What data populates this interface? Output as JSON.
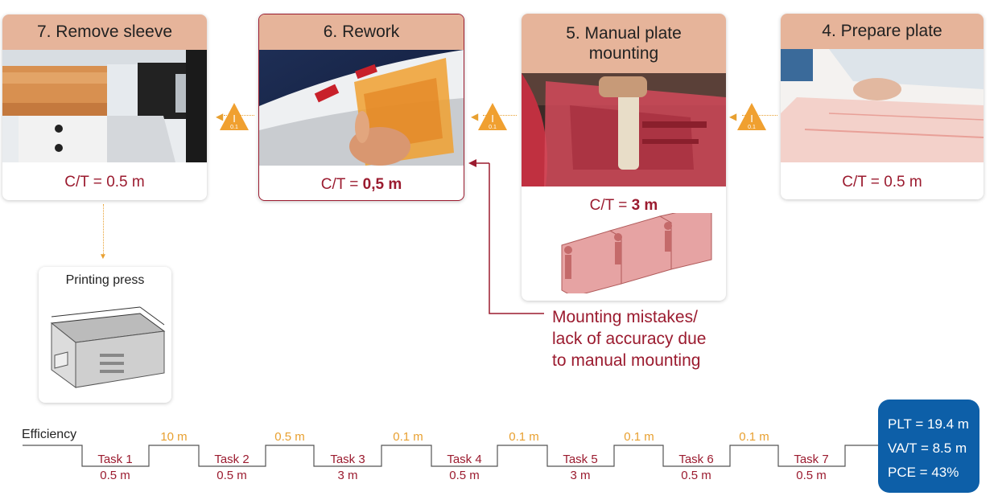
{
  "steps": {
    "s7": {
      "title": "7. Remove sleeve",
      "ct_prefix": "C/T = ",
      "ct_value": "0.5 m"
    },
    "s6": {
      "title": "6. Rework",
      "ct_prefix": "C/T = ",
      "ct_value": "0,5 m"
    },
    "s5": {
      "title_line1": "5. Manual plate",
      "title_line2": "mounting",
      "ct_prefix": "C/T = ",
      "ct_value": "3 m"
    },
    "s4": {
      "title": "4. Prepare plate",
      "ct_prefix": "C/T = ",
      "ct_value": "0.5 m"
    }
  },
  "inventory": {
    "label": "I",
    "value": "0.1"
  },
  "press": {
    "title": "Printing press"
  },
  "rework_note": {
    "line1": "Mounting mistakes/",
    "line2": "lack of accuracy due",
    "line3": "to manual mounting"
  },
  "timeline": {
    "label": "Efficiency",
    "tasks": [
      {
        "name": "Task 1",
        "time": "0.5 m"
      },
      {
        "name": "Task 2",
        "time": "0.5 m"
      },
      {
        "name": "Task 3",
        "time": "3 m"
      },
      {
        "name": "Task 4",
        "time": "0.5 m"
      },
      {
        "name": "Task 5",
        "time": "3 m"
      },
      {
        "name": "Task 6",
        "time": "0.5 m"
      },
      {
        "name": "Task 7",
        "time": "0.5 m"
      }
    ],
    "waits": [
      "10 m",
      "0.5 m",
      "0.1 m",
      "0.1 m",
      "0.1 m",
      "0.1 m"
    ]
  },
  "summary": {
    "plt": "PLT = 19.4 m",
    "vat": "VA/T = 8.5 m",
    "pce": "PCE = 43%"
  },
  "colors": {
    "accent": "#9b1b2f",
    "header": "#e6b49a",
    "inventory": "#e8a030",
    "summary_bg": "#0d5fa8"
  }
}
